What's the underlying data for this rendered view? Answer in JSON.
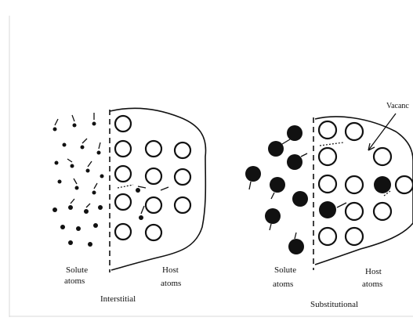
{
  "diagram": {
    "left_panel": {
      "solute_label_line1": "Solute",
      "solute_label_line2": "atoms",
      "host_label_line1": "Host",
      "host_label_line2": "atoms",
      "caption": "Interstitial"
    },
    "right_panel": {
      "vacancy_label": "Vacanc",
      "solute_label_line1": "Solute",
      "solute_label_line2": "atoms",
      "host_label_line1": "Host",
      "host_label_line2": "atoms",
      "caption": "Substitutional"
    },
    "colors": {
      "ink": "#111111",
      "background": "#ffffff"
    }
  }
}
